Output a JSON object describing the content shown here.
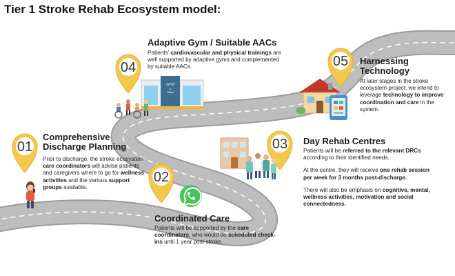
{
  "title": "Tier 1 Stroke Rehab Ecosystem model:",
  "colors": {
    "road": "#b9b9b9",
    "road_edge": "#9a9a9a",
    "lane": "#ffffff",
    "pin": "#f2c94c",
    "pin_dark": "#e0b232",
    "pin_center": "#ffffff",
    "number": "#3a3a3a"
  },
  "steps": [
    {
      "number": "01",
      "title_lines": [
        "Comprehensive",
        "Discharge Planning"
      ],
      "paragraphs": [
        [
          {
            "t": "Prior to discharge, the stroke ecosystem "
          },
          {
            "t": "care coordinators",
            "b": true
          },
          {
            "t": " will advise patients and caregivers where to go for "
          },
          {
            "t": "wellness activities",
            "b": true
          },
          {
            "t": " and the various "
          },
          {
            "t": "support groups",
            "b": true
          },
          {
            "t": " available."
          }
        ]
      ]
    },
    {
      "number": "02",
      "title_lines": [
        "Coordinated Care"
      ],
      "paragraphs": [
        [
          {
            "t": "Patients will be supported by the "
          },
          {
            "t": "care coordinators",
            "b": true
          },
          {
            "t": ", who would do "
          },
          {
            "t": "scheduled check- ins",
            "b": true
          },
          {
            "t": " until 1 year post-stroke."
          }
        ]
      ]
    },
    {
      "number": "03",
      "title_lines": [
        "Day Rehab Centres"
      ],
      "paragraphs": [
        [
          {
            "t": "Patients will be "
          },
          {
            "t": "referred to the relevant DRCs",
            "b": true
          },
          {
            "t": " according to their identified needs."
          }
        ],
        [
          {
            "t": "At the centre, they will receive "
          },
          {
            "t": "one rehab session per week for 3 months post-discharge.",
            "b": true
          }
        ],
        [
          {
            "t": "There will also be emphasis on "
          },
          {
            "t": "cognitive, mental, wellness activities, motivation and social connectedness.",
            "b": true
          }
        ]
      ]
    },
    {
      "number": "04",
      "title_lines": [
        "Adaptive Gym / Suitable AACs"
      ],
      "paragraphs": [
        [
          {
            "t": "Patients’ "
          },
          {
            "t": "cardiovascular and physical trainings",
            "b": true
          },
          {
            "t": " are well supported by adaptive gyms and complemented by suitable AACs."
          }
        ]
      ]
    },
    {
      "number": "05",
      "title_lines": [
        "Harnessing",
        "Technology"
      ],
      "paragraphs": [
        [
          {
            "t": "At later stages in the stroke ecosystem project, we intend to leverage "
          },
          {
            "t": "technology to improve coordination and care",
            "b": true
          },
          {
            "t": " in the system."
          }
        ]
      ]
    }
  ],
  "gym_sign": [
    "GYM",
    "&",
    "Office"
  ]
}
